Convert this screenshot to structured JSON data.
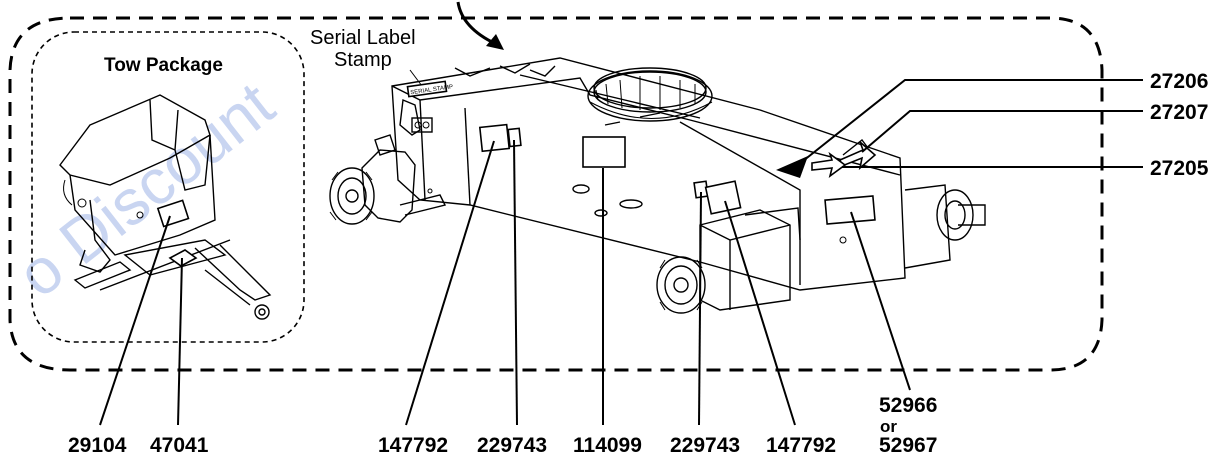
{
  "title": "Tow Package",
  "serial_label": [
    "Serial Label",
    "Stamp"
  ],
  "stamp_text": "SERIAL STAMP",
  "watermark": "o Discount",
  "callouts_right": [
    "27206",
    "27207",
    "27205"
  ],
  "callouts_bottom": [
    "29104",
    "47041",
    "147792",
    "229743",
    "114099",
    "229743",
    "147792"
  ],
  "callout_last": [
    "52966",
    "or",
    "52967"
  ]
}
